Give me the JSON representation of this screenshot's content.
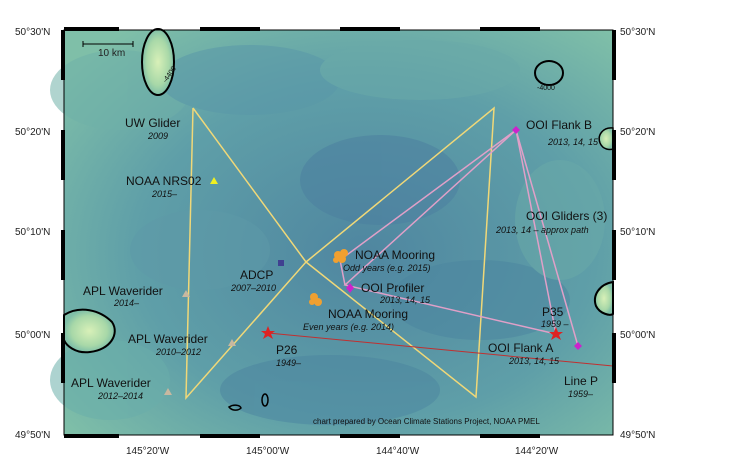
{
  "map": {
    "lat_labels_left": [
      "50°30'N",
      "50°20'N",
      "50°10'N",
      "50°00'N",
      "49°50'N"
    ],
    "lat_labels_right": [
      "50°30'N",
      "50°20'N",
      "50°10'N",
      "50°00'N",
      "49°50'N"
    ],
    "lon_labels": [
      "145°20'W",
      "145°00'W",
      "144°40'W",
      "144°20'W"
    ],
    "scale_bar": "10 km",
    "contour_labels": [
      "-4400",
      "-4000"
    ],
    "credit": "chart prepared by Ocean Climate Stations Project, NOAA PMEL",
    "colors": {
      "ocean": "#5f9fa8",
      "shallow": "#a8d8a8",
      "glider_track": "#f0d878",
      "ooi_path": "#e0a0c8",
      "line_p": "#c03030",
      "noaa_mooring": "#f0a030",
      "ooi_marker": "#cc22cc",
      "star": "#dd2222",
      "adcp": "#404090",
      "nrs02": "#f0f020",
      "waverider": "#c8b8a0"
    }
  },
  "features": [
    {
      "name": "UW Glider",
      "years": "2009"
    },
    {
      "name": "NOAA NRS02",
      "years": "2015–"
    },
    {
      "name": "ADCP",
      "years": "2007–2010"
    },
    {
      "name": "APL Waverider",
      "years": "2014–"
    },
    {
      "name": "APL Waverider",
      "years": "2010–2012"
    },
    {
      "name": "APL Waverider",
      "years": "2012–2014"
    },
    {
      "name": "P26",
      "years": "1949–"
    },
    {
      "name": "NOAA Mooring",
      "years": "Odd years (e.g. 2015)"
    },
    {
      "name": "NOAA Mooring",
      "years": "Even years (e.g. 2014)"
    },
    {
      "name": "OOI Profiler",
      "years": "2013, 14, 15"
    },
    {
      "name": "OOI Flank B",
      "years": "2013, 14, 15"
    },
    {
      "name": "OOI Gliders (3)",
      "years": "2013, 14 – approx path"
    },
    {
      "name": "P35",
      "years": "1959 –"
    },
    {
      "name": "OOI Flank A",
      "years": "2013, 14, 15"
    },
    {
      "name": "Line P",
      "years": "1959–"
    }
  ]
}
